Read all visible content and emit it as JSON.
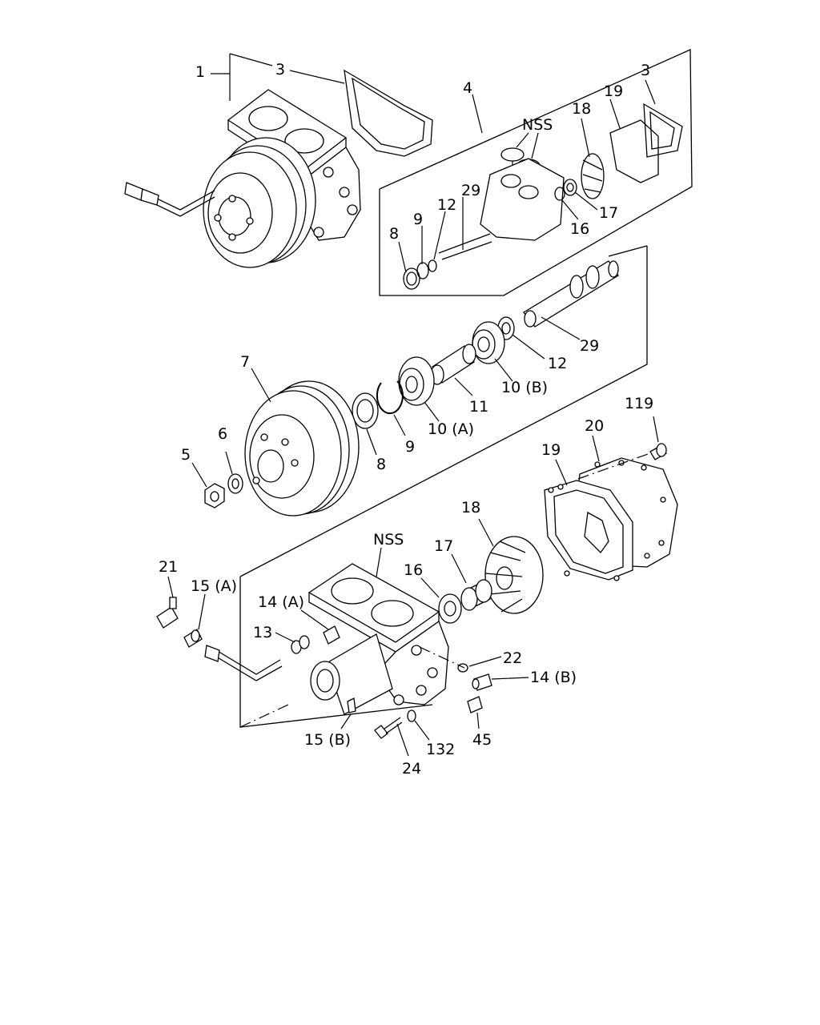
{
  "labels": {
    "l1": "1",
    "l3a": "3",
    "l3b": "3",
    "l4": "4",
    "nss_top": "NSS",
    "l18a": "18",
    "l19a": "19",
    "l29a": "29",
    "l12a": "12",
    "l9a": "9",
    "l8a": "8",
    "l16a": "16",
    "l17a": "17",
    "l29b": "29",
    "l12b": "12",
    "l10b": "10 (B)",
    "l11": "11",
    "l10a": "10 (A)",
    "l9b": "9",
    "l8b": "8",
    "l7": "7",
    "l6": "6",
    "l5": "5",
    "l119": "119",
    "l20": "20",
    "l19b": "19",
    "l18b": "18",
    "l17b": "17",
    "l16b": "16",
    "nss_bottom": "NSS",
    "l21": "21",
    "l15a": "15 (A)",
    "l14a": "14 (A)",
    "l13": "13",
    "l22": "22",
    "l14b": "14 (B)",
    "l15b": "15 (B)",
    "l132": "132",
    "l45": "45",
    "l24": "24"
  }
}
